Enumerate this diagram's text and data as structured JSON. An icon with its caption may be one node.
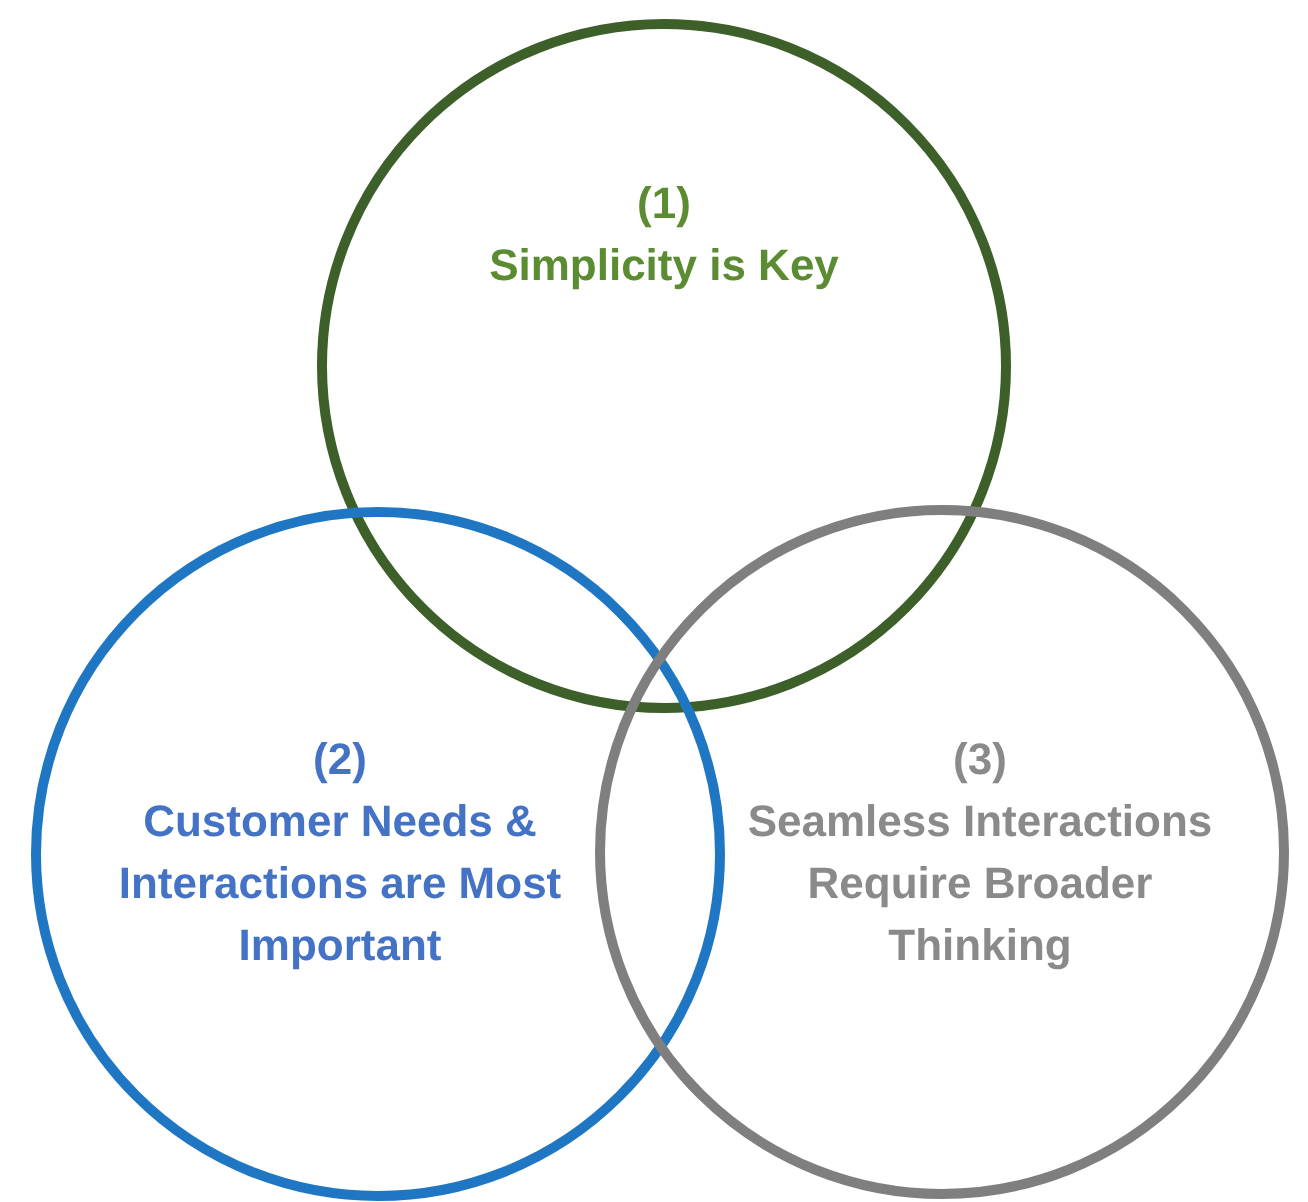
{
  "diagram": {
    "nodes": [
      {
        "text": [
          "(1)",
          "Simplicity is Key"
        ]
      },
      {
        "text": [
          "(2)",
          "Customer Needs & Interactions are Most Important"
        ]
      },
      {
        "text": [
          "(3)",
          "Seamless Interactions Require Broader Thinking"
        ]
      }
    ]
  }
}
